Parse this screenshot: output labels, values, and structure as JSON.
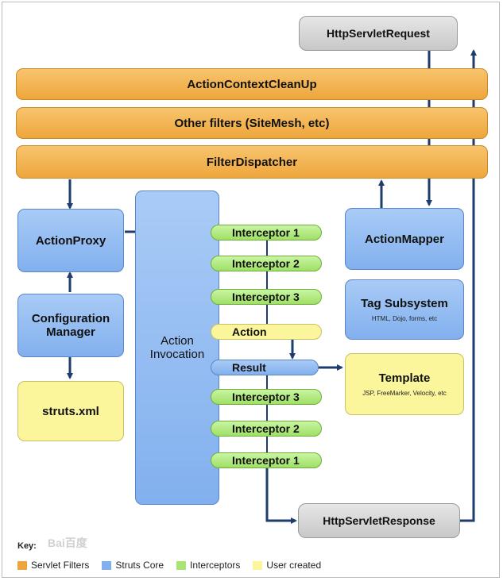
{
  "nodes": {
    "http_request": "HttpServletRequest",
    "action_context_cleanup": "ActionContextCleanUp",
    "other_filters": "Other filters (SiteMesh, etc)",
    "filter_dispatcher": "FilterDispatcher",
    "action_proxy": "ActionProxy",
    "configuration_manager": "Configuration Manager",
    "struts_xml": "struts.xml",
    "action_invocation": "Action Invocation",
    "action_mapper": "ActionMapper",
    "tag_subsystem": "Tag Subsystem",
    "tag_subsystem_sub": "HTML, Dojo, forms, etc",
    "template": "Template",
    "template_sub": "JSP, FreeMarker, Velocity, etc",
    "http_response": "HttpServletResponse"
  },
  "chain": [
    {
      "label": "Interceptor 1",
      "kind": "interceptor"
    },
    {
      "label": "Interceptor 2",
      "kind": "interceptor"
    },
    {
      "label": "Interceptor 3",
      "kind": "interceptor"
    },
    {
      "label": "Action",
      "kind": "action"
    },
    {
      "label": "Result",
      "kind": "result"
    },
    {
      "label": "Interceptor 3",
      "kind": "interceptor"
    },
    {
      "label": "Interceptor 2",
      "kind": "interceptor"
    },
    {
      "label": "Interceptor 1",
      "kind": "interceptor"
    }
  ],
  "key": {
    "title": "Key:",
    "items": [
      {
        "label": "Servlet Filters",
        "color": "#eea63c"
      },
      {
        "label": "Struts Core",
        "color": "#82b0ee"
      },
      {
        "label": "Interceptors",
        "color": "#a9e574"
      },
      {
        "label": "User created",
        "color": "#fbf59b"
      }
    ]
  },
  "watermark": "Bai百度",
  "colors": {
    "arrow": "#1f3c6e",
    "filter": "#eea63c",
    "core": "#82b0ee",
    "interceptor": "#a9e574",
    "user": "#fbf59b"
  }
}
